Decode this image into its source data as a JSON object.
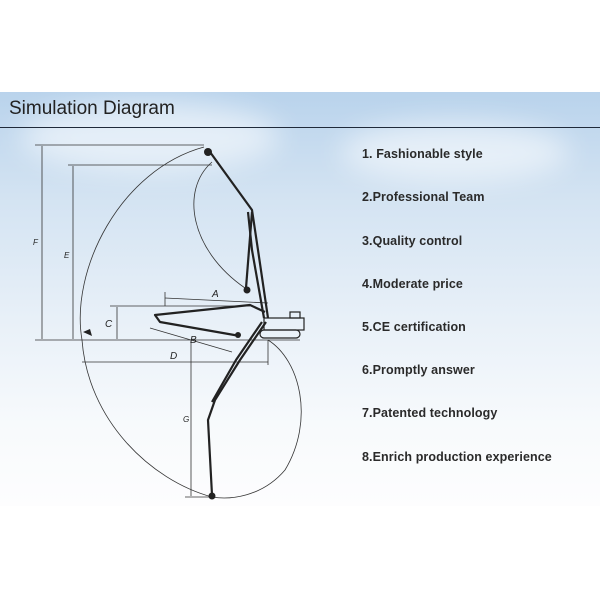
{
  "section": {
    "title": "Simulation Diagram"
  },
  "diagram": {
    "labels": [
      "A",
      "B",
      "C",
      "D",
      "E",
      "F",
      "G"
    ]
  },
  "features": [
    "1. Fashionable style",
    "2.Professional Team",
    "3.Quality control",
    "4.Moderate price",
    "5.CE certification",
    "6.Promptly answer",
    "7.Patented technology",
    "8.Enrich production experience"
  ]
}
